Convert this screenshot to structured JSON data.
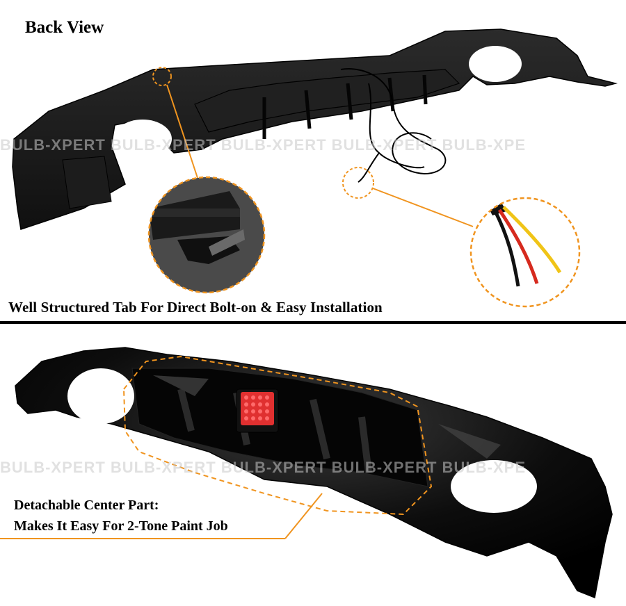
{
  "labels": {
    "title": "Back View",
    "caption_top": "Well Structured Tab For Direct Bolt-on & Easy Installation",
    "caption_bottom_line1": "Detachable Center Part:",
    "caption_bottom_line2": "Makes It Easy For 2-Tone Paint Job"
  },
  "watermark": {
    "text_top": "BULB-XPERT BULB-XPERT BULB-XPERT BULB-XPERT BULB-XPE",
    "text_bottom": "BULB-XPERT BULB-XPERT BULB-XPERT BULB-XPERT BULB-XPE"
  },
  "colors": {
    "accent": "#f0941f",
    "diffuser": "#161616",
    "gloss": "#0a0a0a",
    "brake_light": "#e03030",
    "wire_red": "#d62a1e",
    "wire_yellow": "#f0c417",
    "wire_black": "#111111"
  },
  "icons": {
    "tab_detail": "zoom-circle-tab",
    "wire_detail": "zoom-circle-wires",
    "brake_light": "led-brake-light"
  }
}
